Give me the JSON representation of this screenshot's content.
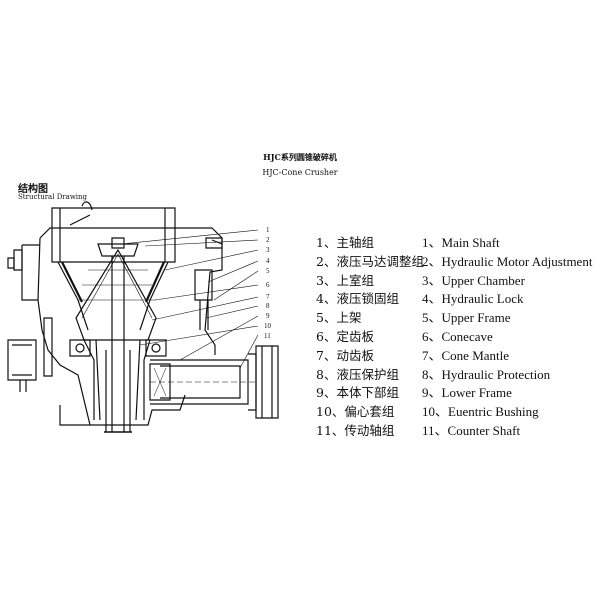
{
  "header": {
    "title_cn": "HJC系列圆锥破碎机",
    "title_en": "HJC-Cone Crusher",
    "structure_cn": "结构图",
    "structure_en": "Structural Drawing"
  },
  "callout_numbers": [
    "1",
    "2",
    "3",
    "4",
    "5",
    "6",
    "7",
    "8",
    "9",
    "10",
    "11"
  ],
  "legend": [
    {
      "num": "1、",
      "cn": "主轴组",
      "en": "Main Shaft"
    },
    {
      "num": "2、",
      "cn": "液压马达调整组",
      "en": "Hydraulic Motor Adjustment"
    },
    {
      "num": "3、",
      "cn": "上室组",
      "en": "Upper Chamber"
    },
    {
      "num": "4、",
      "cn": "液压锁固组",
      "en": "Hydraulic Lock"
    },
    {
      "num": "5、",
      "cn": "上架",
      "en": "Upper Frame"
    },
    {
      "num": "6、",
      "cn": "定齿板",
      "en": "Conecave"
    },
    {
      "num": "7、",
      "cn": "动齿板",
      "en": "Cone Mantle"
    },
    {
      "num": "8、",
      "cn": "液压保护组",
      "en": "Hydraulic Protection"
    },
    {
      "num": "9、",
      "cn": "本体下部组",
      "en": "Lower Frame"
    },
    {
      "num": "10、",
      "cn": "偏心套组",
      "en": "Euentric Bushing"
    },
    {
      "num": "11、",
      "cn": "传动轴组",
      "en": "Counter Shaft"
    }
  ],
  "colors": {
    "ink": "#111111",
    "background": "#ffffff"
  }
}
